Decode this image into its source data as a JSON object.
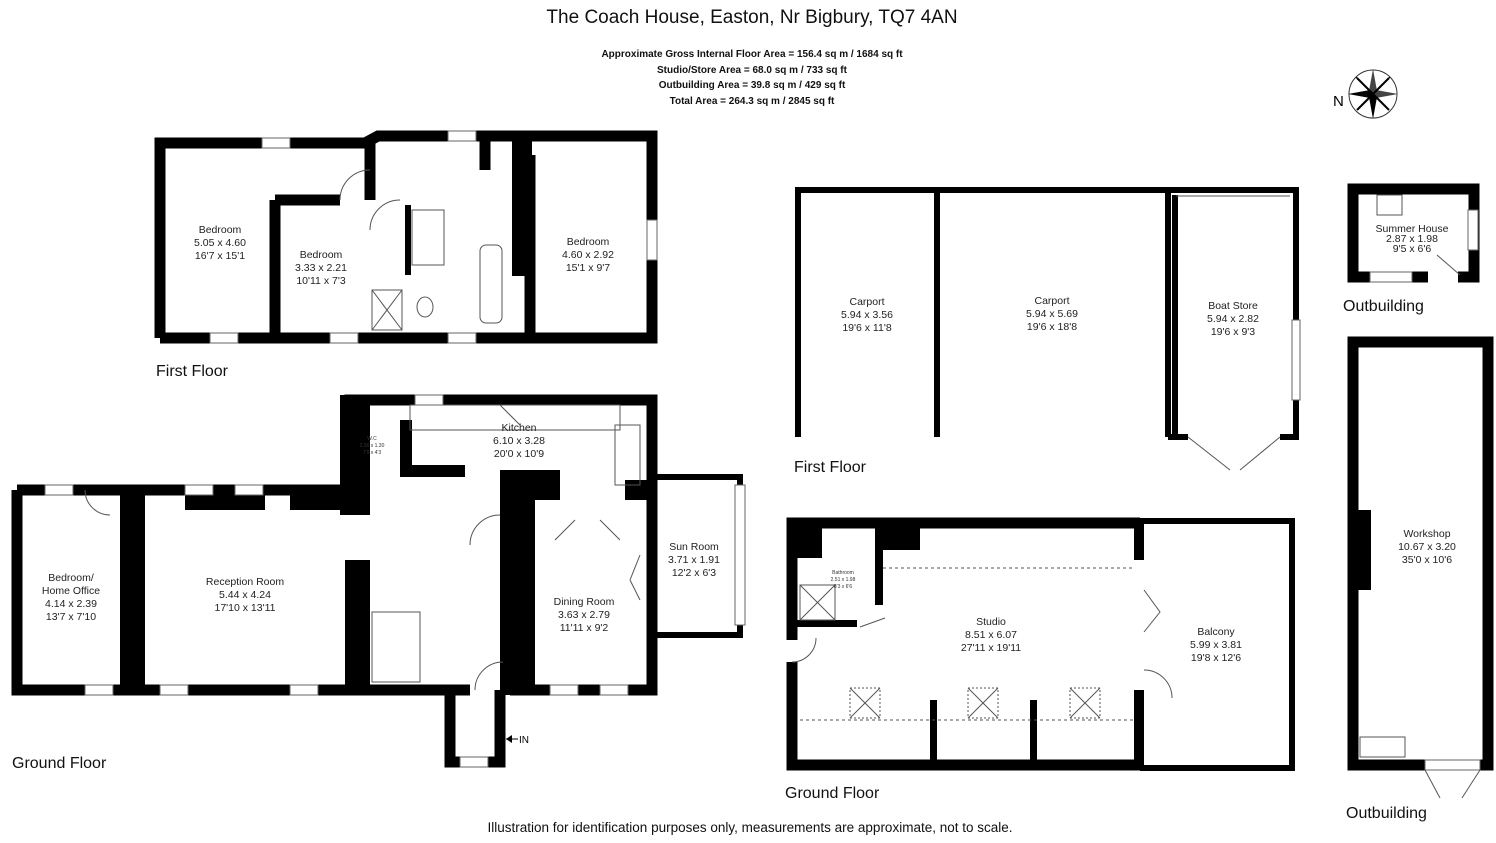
{
  "title": "The Coach House, Easton, Nr Bigbury, TQ7 4AN",
  "areas": [
    "Approximate Gross Internal Floor Area  = 156.4 sq m / 1684 sq ft",
    "Studio/Store Area = 68.0 sq m  / 733 sq ft",
    "Outbuilding Area = 39.8 sq m  / 429 sq ft",
    "Total Area = 264.3 sq m  / 2845 sq ft"
  ],
  "compass": {
    "label": "N",
    "icon": "compass-rose-icon"
  },
  "floor_labels": {
    "house_first": "First Floor",
    "house_ground": "Ground Floor",
    "store_first": "First Floor",
    "store_ground": "Ground Floor",
    "summer_house": "Outbuilding",
    "workshop": "Outbuilding"
  },
  "entrance_label": "IN",
  "rooms": {
    "bedroom1": {
      "name": "Bedroom",
      "metric": "5.05 x 4.60",
      "imperial": "16'7 x 15'1"
    },
    "bedroom2": {
      "name": "Bedroom",
      "metric": "3.33 x 2.21",
      "imperial": "10'11 x 7'3"
    },
    "bedroom3": {
      "name": "Bedroom",
      "metric": "4.60 x 2.92",
      "imperial": "15'1 x 9'7"
    },
    "kitchen": {
      "name": "Kitchen",
      "metric": "6.10 x 3.28",
      "imperial": "20'0 x 10'9"
    },
    "wc": {
      "name": "W.C",
      "metric": "2.36 x 1.30",
      "imperial": "7'9 x 4'3"
    },
    "bedroom_office_1": "Bedroom/",
    "bedroom_office_2": "Home Office",
    "bedroom_office": {
      "metric": "4.14 x 2.39",
      "imperial": "13'7 x 7'10"
    },
    "reception": {
      "name": "Reception Room",
      "metric": "5.44 x 4.24",
      "imperial": "17'10 x 13'11"
    },
    "dining": {
      "name": "Dining Room",
      "metric": "3.63 x 2.79",
      "imperial": "11'11 x 9'2"
    },
    "sun": {
      "name": "Sun Room",
      "metric": "3.71 x 1.91",
      "imperial": "12'2 x 6'3"
    },
    "carport1": {
      "name": "Carport",
      "metric": "5.94 x 3.56",
      "imperial": "19'6 x 11'8"
    },
    "carport2": {
      "name": "Carport",
      "metric": "5.94 x 5.69",
      "imperial": "19'6 x 18'8"
    },
    "boat": {
      "name": "Boat Store",
      "metric": "5.94 x 2.82",
      "imperial": "19'6 x 9'3"
    },
    "summer": {
      "name": "Summer House",
      "metric": "2.87 x 1.98",
      "imperial": "9'5 x 6'6"
    },
    "workshop": {
      "name": "Workshop",
      "metric": "10.67 x 3.20",
      "imperial": "35'0 x 10'6"
    },
    "bathroom": {
      "name": "Bathroom",
      "metric": "2.51 x 1.98",
      "imperial": "8'3 x 6'6"
    },
    "studio": {
      "name": "Studio",
      "metric": "8.51 x 6.07",
      "imperial": "27'11 x 19'11"
    },
    "balcony": {
      "name": "Balcony",
      "metric": "5.99 x 3.81",
      "imperial": "19'8 x 12'6"
    }
  },
  "disclaimer": "Illustration for identification purposes only, measurements are approximate, not to scale."
}
